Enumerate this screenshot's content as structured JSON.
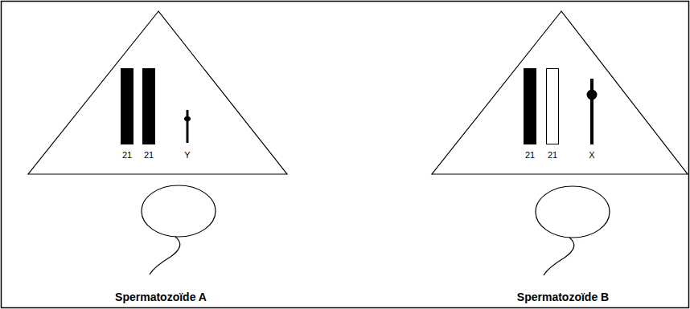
{
  "diagram": {
    "nodes": [
      {
        "text": [
          "21",
          "21",
          "Y"
        ]
      },
      {
        "text": [
          "21",
          "21",
          "X"
        ]
      }
    ],
    "labels": [
      "Spermatozoïde A",
      "Spermatozoïde B"
    ]
  }
}
